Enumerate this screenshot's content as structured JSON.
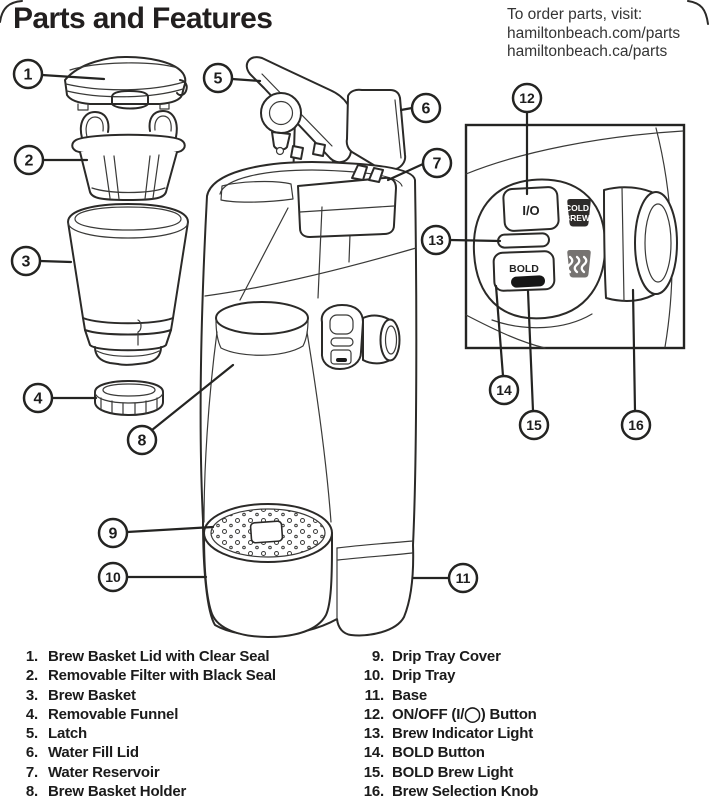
{
  "header": {
    "title": "Parts and Features",
    "order_lines": [
      "To order parts, visit:",
      "hamiltonbeach.com/parts",
      "hamiltonbeach.ca/parts"
    ]
  },
  "diagram": {
    "callouts": [
      "1",
      "2",
      "3",
      "4",
      "5",
      "6",
      "7",
      "8",
      "9",
      "10",
      "11",
      "12",
      "13",
      "14",
      "15",
      "16"
    ],
    "panel": {
      "power_button": "I/O",
      "bold_button": "BOLD",
      "cold_brew_line1": "COLD",
      "cold_brew_line2": "BREW",
      "hot_brew_icon": "steam-waves-icon",
      "colors": {
        "ink": "#2b2a28",
        "cold_brew_bg": "#2d2b2a",
        "steam_bg": "#767371",
        "bold_light": "#161616"
      }
    }
  },
  "parts_list": {
    "left": [
      {
        "num": "1.",
        "label": "Brew Basket Lid with Clear Seal"
      },
      {
        "num": "2.",
        "label": "Removable Filter with Black Seal"
      },
      {
        "num": "3.",
        "label": "Brew Basket"
      },
      {
        "num": "4.",
        "label": "Removable Funnel"
      },
      {
        "num": "5.",
        "label": "Latch"
      },
      {
        "num": "6.",
        "label": "Water Fill Lid"
      },
      {
        "num": "7.",
        "label": "Water Reservoir"
      },
      {
        "num": "8.",
        "label": "Brew Basket Holder"
      }
    ],
    "right": [
      {
        "num": "9.",
        "label": "Drip Tray Cover"
      },
      {
        "num": "10.",
        "label": "Drip Tray"
      },
      {
        "num": "11.",
        "label": "Base"
      },
      {
        "num": "12.",
        "label": "ON/OFF (I/◯) Button"
      },
      {
        "num": "13.",
        "label": "Brew Indicator Light"
      },
      {
        "num": "14.",
        "label": "BOLD Button"
      },
      {
        "num": "15.",
        "label": "BOLD Brew Light"
      },
      {
        "num": "16.",
        "label": "Brew Selection Knob"
      }
    ]
  }
}
